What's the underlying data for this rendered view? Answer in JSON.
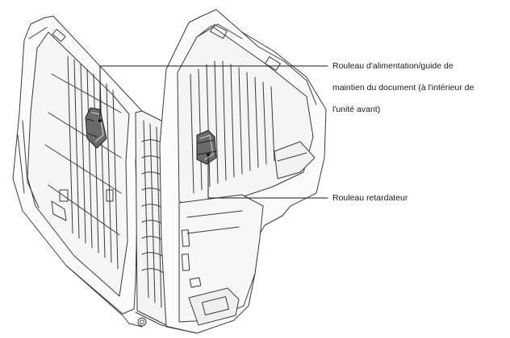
{
  "callouts": {
    "feed_roller": {
      "lines": [
        "Rouleau d'alimentation/guide de",
        "maintien du document (à l'intérieur de",
        "l'unité avant)"
      ]
    },
    "retard_roller": {
      "lines": [
        "Rouleau retardateur"
      ]
    }
  }
}
